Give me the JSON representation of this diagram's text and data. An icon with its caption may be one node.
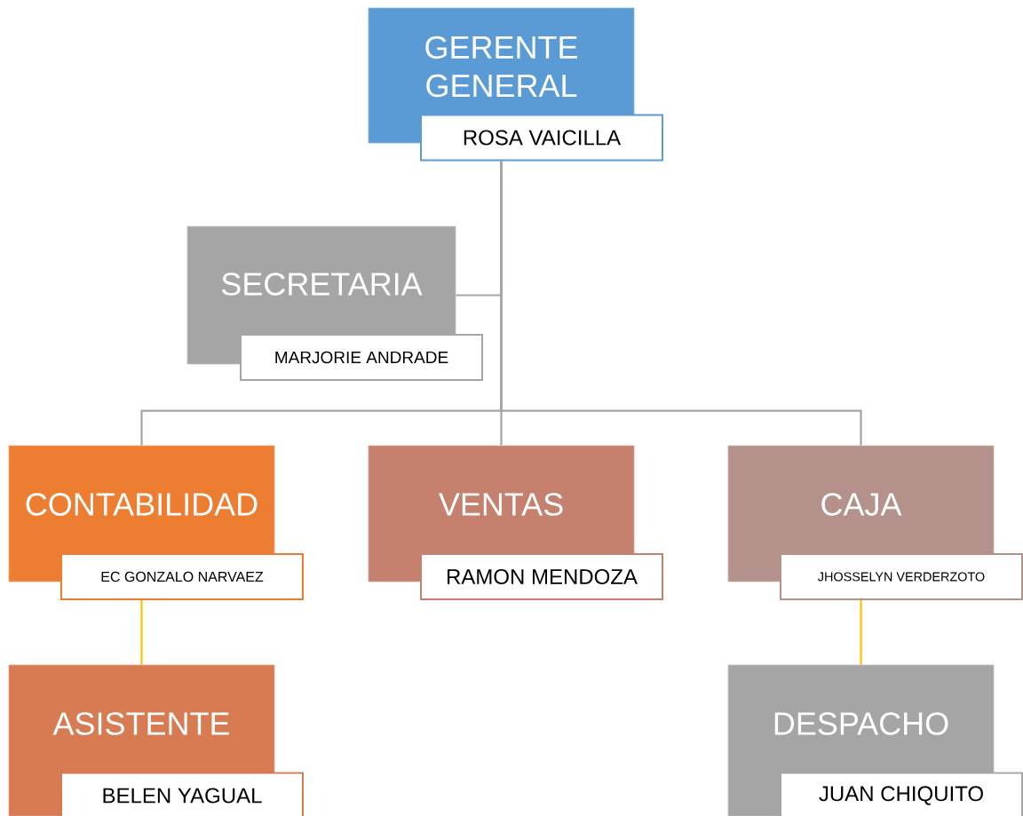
{
  "diagram": {
    "nodes": [
      {
        "text": [
          "GERENTE GENERAL",
          "ROSA VAICILLA"
        ]
      },
      {
        "text": [
          "SECRETARIA",
          "MARJORIE ANDRADE"
        ]
      },
      {
        "text": [
          "CONTABILIDAD",
          "EC GONZALO NARVAEZ"
        ]
      },
      {
        "text": [
          "VENTAS",
          "RAMON MENDOZA"
        ]
      },
      {
        "text": [
          "CAJA",
          "JHOSSELYN VERDERZOTO"
        ]
      },
      {
        "text": [
          "ASISTENTE",
          "BELEN YAGUAL"
        ]
      },
      {
        "text": [
          "DESPACHO",
          "JUAN CHIQUITO"
        ]
      }
    ],
    "edges": [
      {
        "from": 0,
        "to": 1,
        "arrow": "none"
      },
      {
        "from": 0,
        "to": 2,
        "arrow": "none"
      },
      {
        "from": 0,
        "to": 3,
        "arrow": "none"
      },
      {
        "from": 0,
        "to": 4,
        "arrow": "none"
      },
      {
        "from": 2,
        "to": 5,
        "arrow": "none",
        "color": "#ffc000"
      },
      {
        "from": 4,
        "to": 6,
        "arrow": "none",
        "color": "#ffc000"
      }
    ]
  }
}
